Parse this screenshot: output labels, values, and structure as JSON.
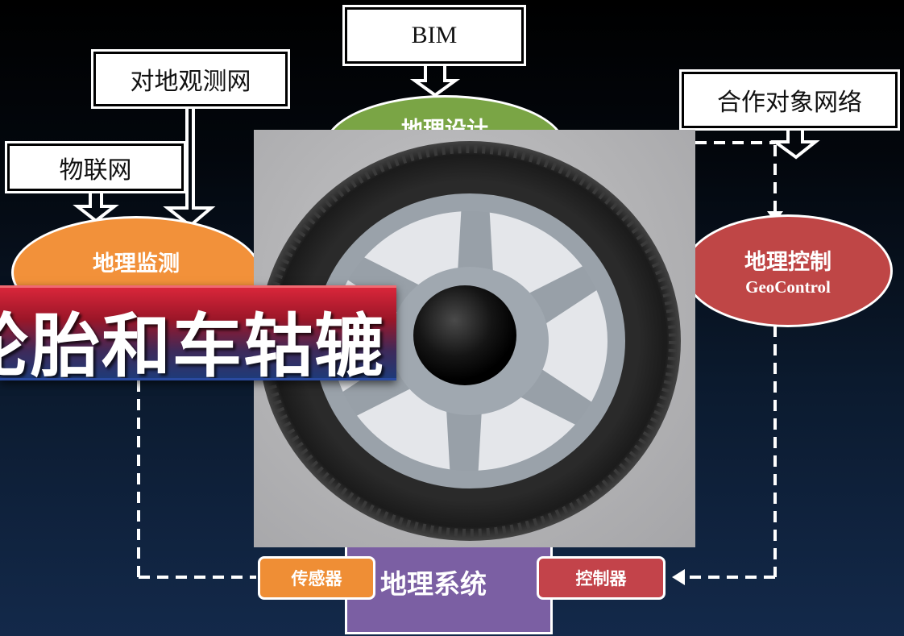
{
  "boxes": {
    "bim": "BIM",
    "earth_observation": "对地观测网",
    "iot": "物联网",
    "partner_network": "合作对象网络"
  },
  "ellipses": {
    "design": {
      "cn": "地理设计"
    },
    "monitor": {
      "cn": "地理监测"
    },
    "control": {
      "cn": "地理控制",
      "en": "GeoControl"
    }
  },
  "banner": {
    "text": "轮胎和车轱辘"
  },
  "system": {
    "label": "地理系统",
    "sensor": "传感器",
    "controller": "控制器"
  },
  "colors": {
    "design": "#7aa545",
    "monitor": "#f2913a",
    "control": "#bf4646",
    "system": "#7b5fa3",
    "sensor": "#ef8e35",
    "controller": "#c3434a"
  }
}
